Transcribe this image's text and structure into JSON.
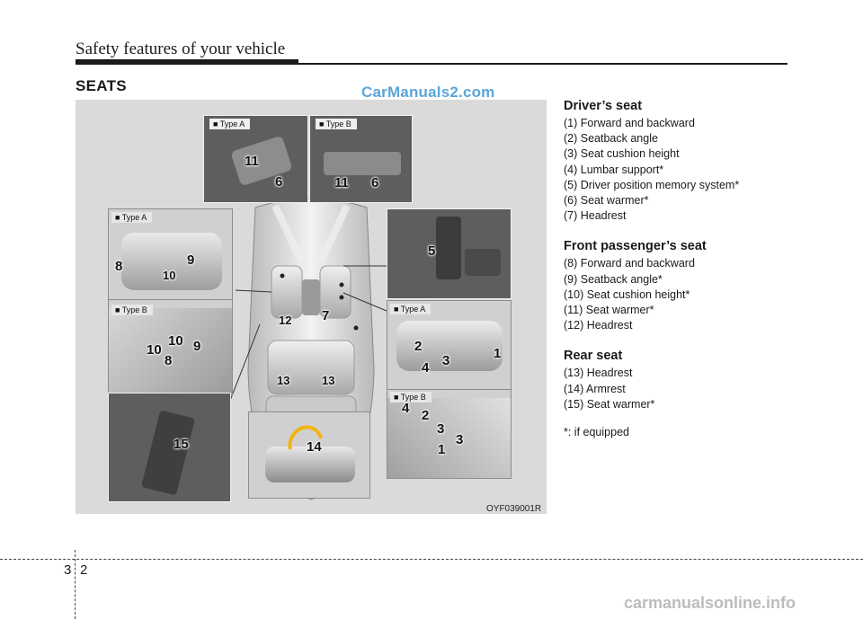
{
  "header": {
    "title": "Safety features of your vehicle"
  },
  "section": {
    "title": "SEATS"
  },
  "watermarks": {
    "top": "CarManuals2.com",
    "bottom": "carmanualsonline.info"
  },
  "figure": {
    "code": "OYF039001R",
    "labels": {
      "type_a": "■ Type A",
      "type_b": "■ Type B"
    },
    "callouts": {
      "c1": "1",
      "c2": "2",
      "c3": "3",
      "c4": "4",
      "c5": "5",
      "c6": "6",
      "c7": "7",
      "c8": "8",
      "c9": "9",
      "c10": "10",
      "c11": "11",
      "c12": "12",
      "c13": "13",
      "c14": "14",
      "c15": "15"
    }
  },
  "drivers_seat": {
    "title": "Driver’s seat",
    "items": [
      "(1) Forward and backward",
      "(2) Seatback angle",
      "(3) Seat cushion height",
      "(4) Lumbar support*",
      "(5) Driver position memory system*",
      "(6) Seat warmer*",
      "(7) Headrest"
    ]
  },
  "passenger_seat": {
    "title": "Front passenger’s seat",
    "items": [
      "(8) Forward and backward",
      "(9) Seatback angle*",
      "(10) Seat cushion height*",
      "(11) Seat warmer*",
      "(12) Headrest"
    ]
  },
  "rear_seat": {
    "title": "Rear seat",
    "items": [
      "(13) Headrest",
      "(14) Armrest",
      "(15) Seat warmer*"
    ],
    "note": "*: if equipped"
  },
  "page": {
    "chapter": "3",
    "number": "2"
  }
}
